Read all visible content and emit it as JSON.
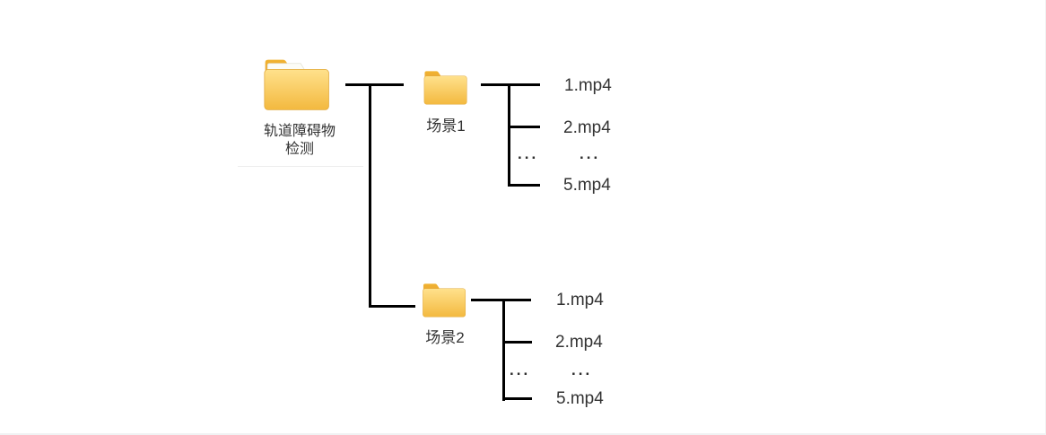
{
  "colors": {
    "connector": "#000000",
    "text": "#333333",
    "folder_tab": "#e8a33d",
    "folder_body_top": "#ffe18c",
    "folder_body_bottom": "#f3b93f",
    "folder_paper": "#fcfcf6",
    "divider": "#ececec",
    "background": "#ffffff"
  },
  "tree": {
    "root": {
      "label_lines": [
        "轨道障碍物",
        "检测"
      ]
    },
    "scenes": [
      {
        "label": "场景1",
        "trunk_ellipsis": "...",
        "files": [
          "1.mp4",
          "2.mp4",
          "...",
          "5.mp4"
        ]
      },
      {
        "label": "场景2",
        "trunk_ellipsis": "...",
        "files": [
          "1.mp4",
          "2.mp4",
          "...",
          "5.mp4"
        ]
      }
    ]
  }
}
